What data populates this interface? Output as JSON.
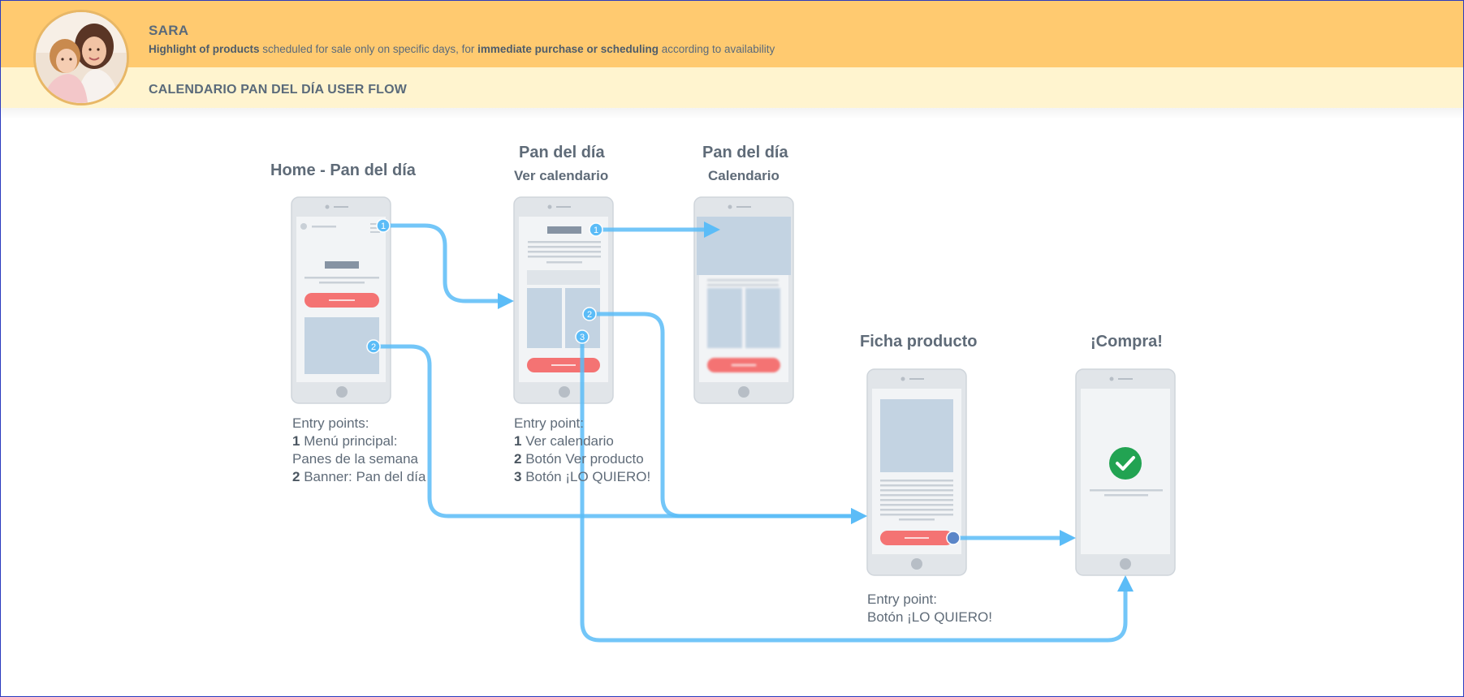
{
  "header": {
    "persona_name": "SARA",
    "desc_bold_1": "Highlight of products",
    "desc_text_1": " scheduled for sale only on specific days, for ",
    "desc_bold_2": "immediate purchase or scheduling",
    "desc_text_2": " according to availability",
    "flow_title": "CALENDARIO PAN DEL DÍA USER FLOW"
  },
  "screens": {
    "home": {
      "title": "Home - Pan del día",
      "notes_heading": "Entry points:",
      "n1_num": "1",
      "n1_text": " Menú principal:",
      "n1_cont": "Panes de la semana",
      "n2_num": "2",
      "n2_text": " Banner: Pan del día"
    },
    "ver_calendario": {
      "title": "Pan del día",
      "subtitle": "Ver calendario",
      "notes_heading": "Entry point:",
      "n1_num": "1",
      "n1_text": " Ver calendario",
      "n2_num": "2",
      "n2_text": " Botón Ver producto",
      "n3_num": "3",
      "n3_text": " Botón ¡LO QUIERO!"
    },
    "calendario": {
      "title": "Pan del día",
      "subtitle": "Calendario"
    },
    "ficha": {
      "title": "Ficha producto",
      "notes_heading": "Entry point:",
      "notes_line": "Botón ¡LO QUIERO!"
    },
    "compra": {
      "title": "¡Compra!"
    }
  },
  "markers": {
    "home_1": "1",
    "home_2": "2",
    "ver_1": "1",
    "ver_2": "2",
    "ver_3": "3"
  },
  "colors": {
    "banner": "#ffca70",
    "banner_light": "#fff4cf",
    "flow_arrow": "#5bbcf7",
    "cta_button": "#f47373",
    "success": "#22a352",
    "phone_body": "#e2e6ea",
    "placeholder": "#c3d3e2"
  },
  "icons": {
    "avatar": "persona-photo",
    "success": "check-circle-icon"
  }
}
